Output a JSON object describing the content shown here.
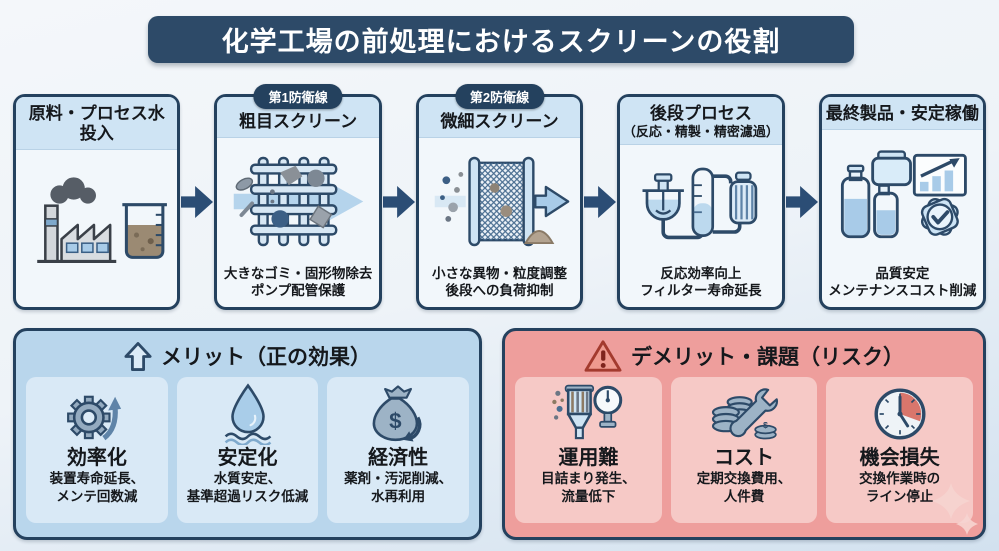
{
  "title": "化学工場の前処理におけるスクリーンの役割",
  "flow": {
    "steps": [
      {
        "badge": "",
        "header": [
          "原料・プロセス水",
          "投入"
        ],
        "caption": [],
        "icon": "factory-and-beaker-icon"
      },
      {
        "badge": "第1防衛線",
        "header": [
          "粗目スクリーン"
        ],
        "caption": [
          "大きなゴミ・固形物除去",
          "ポンプ配管保護"
        ],
        "icon": "coarse-screen-mesh-icon"
      },
      {
        "badge": "第2防衛線",
        "header": [
          "微細スクリーン"
        ],
        "caption": [
          "小さな異物・粒度調整",
          "後段への負荷抑制"
        ],
        "icon": "fine-screen-mesh-icon"
      },
      {
        "badge": "",
        "header": [
          "後段プロセス",
          "（反応・精製・精密濾過）"
        ],
        "caption": [
          "反応効率向上",
          "フィルター寿命延長"
        ],
        "icon": "process-equipment-icon"
      },
      {
        "badge": "",
        "header": [
          "最終製品・安定稼働"
        ],
        "caption": [
          "品質安定",
          "メンテナンスコスト削減"
        ],
        "icon": "products-quality-icon"
      }
    ],
    "arrow_icon": "flow-arrow-icon"
  },
  "merits": {
    "title": "メリット（正の効果）",
    "header_icon": "up-arrow-icon",
    "items": [
      {
        "title": "効率化",
        "caption": [
          "装置寿命延長、",
          "メンテ回数減"
        ],
        "icon": "gear-arrow-icon"
      },
      {
        "title": "安定化",
        "caption": [
          "水質安定、",
          "基準超過リスク低減"
        ],
        "icon": "water-drop-icon"
      },
      {
        "title": "経済性",
        "caption": [
          "薬剤・汚泥削減、",
          "水再利用"
        ],
        "icon": "money-bag-icon"
      }
    ]
  },
  "demerits": {
    "title": "デメリット・課題（リスク）",
    "header_icon": "warning-triangle-icon",
    "items": [
      {
        "title": "運用難",
        "caption": [
          "目詰まり発生、",
          "流量低下"
        ],
        "icon": "clogged-filter-gauge-icon"
      },
      {
        "title": "コスト",
        "caption": [
          "定期交換費用、",
          "人件費"
        ],
        "icon": "coins-wrench-icon"
      },
      {
        "title": "機会損失",
        "caption": [
          "交換作業時の",
          "ライン停止"
        ],
        "icon": "clock-downtime-icon"
      }
    ]
  },
  "colors": {
    "title_bg": "#2d4a68",
    "box_border": "#24415e",
    "box_header_bg": "#cfe4f4",
    "box_body_bg": "#f2f7fb",
    "flow_arrow": "#2b4d75",
    "merit_panel_bg": "#b9d6ec",
    "merit_card_bg": "#d9e9f6",
    "demerit_panel_bg": "#ee9e9c",
    "demerit_card_bg": "#f6c9c6",
    "accent_light_blue": "#a8cbe8",
    "warning_red": "#a33a2e"
  }
}
